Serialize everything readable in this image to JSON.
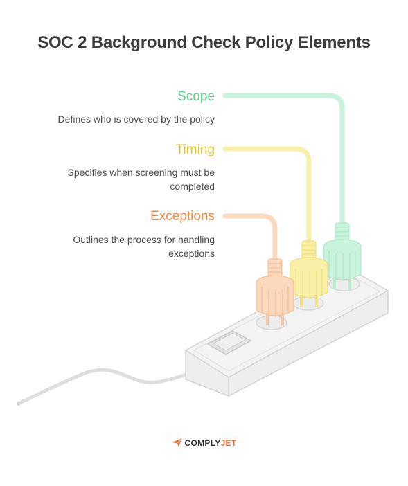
{
  "title": "SOC 2 Background Check Policy Elements",
  "elements": [
    {
      "heading": "Scope",
      "description": "Defines who is covered by the policy",
      "color": "#5ccf8e",
      "cable_color": "#c9f3dc",
      "icon": "green-plug-icon"
    },
    {
      "heading": "Timing",
      "description": "Specifies when screening must be completed",
      "color": "#e0c22a",
      "cable_color": "#f8f0a8",
      "icon": "yellow-plug-icon"
    },
    {
      "heading": "Exceptions",
      "description": "Outlines the process for handling exceptions",
      "color": "#ef8b45",
      "cable_color": "#fbd9bd",
      "icon": "orange-plug-icon"
    }
  ],
  "illustration": {
    "icon": "power-strip-icon",
    "switch_icon": "power-switch-icon"
  },
  "logo": {
    "brand_prefix": "COMPLY",
    "brand_suffix": "JET",
    "icon": "paper-plane-icon",
    "accent_color": "#f26a2e"
  }
}
